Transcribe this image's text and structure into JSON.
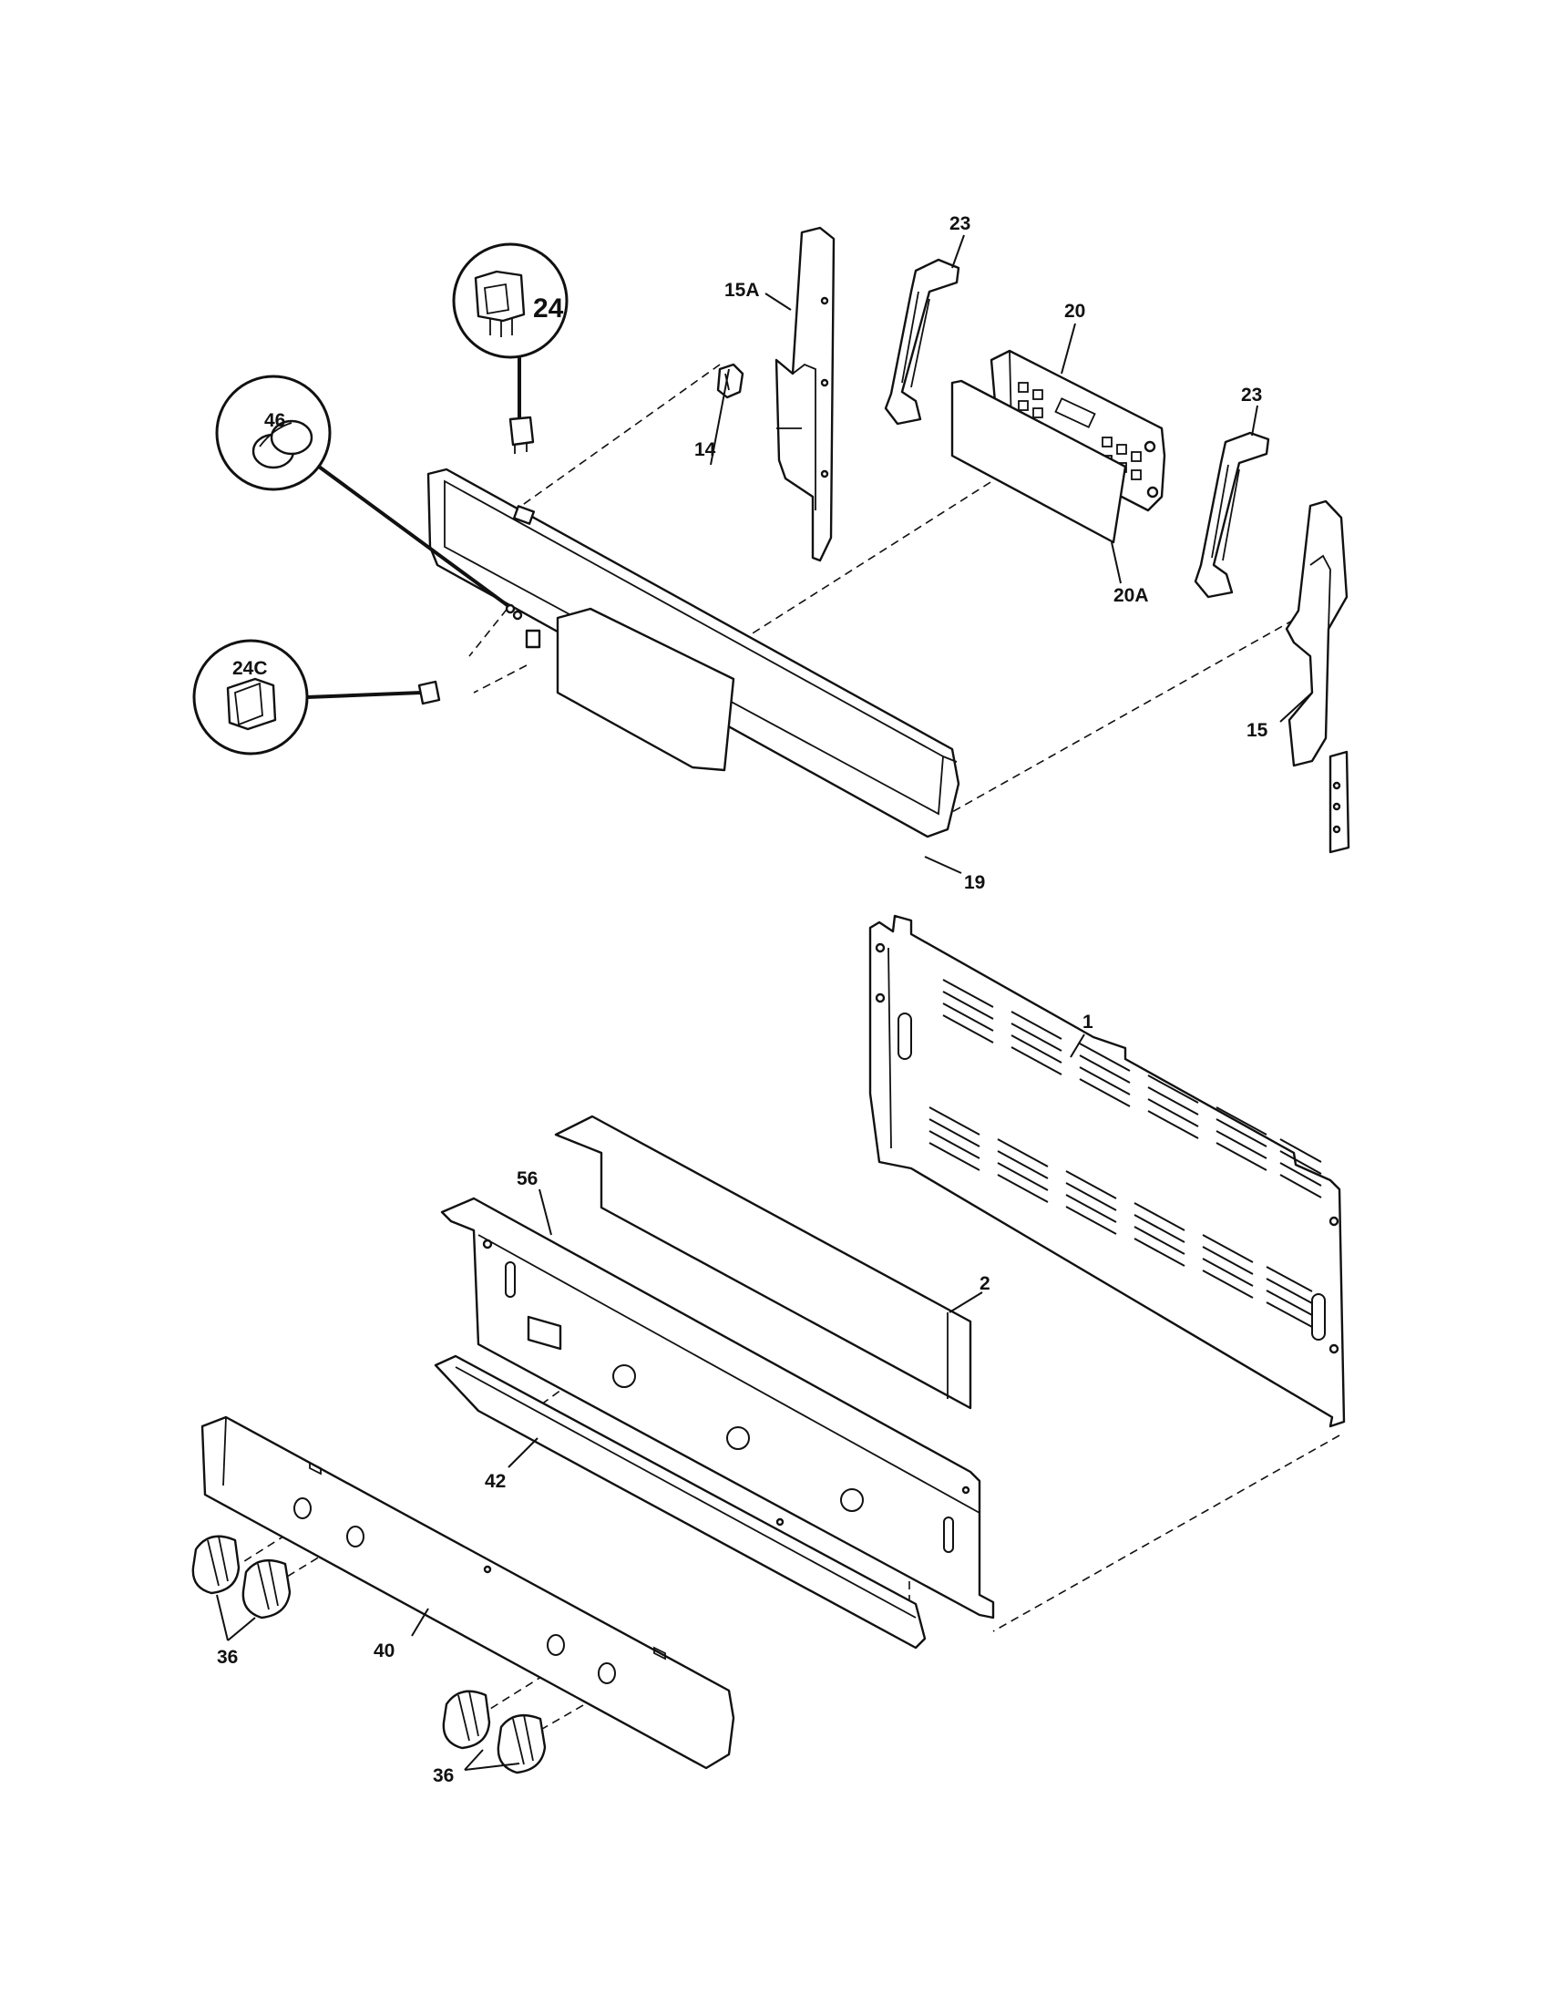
{
  "diagram": {
    "type": "exploded-parts-diagram",
    "labels": {
      "p1": "1",
      "p2": "2",
      "p14": "14",
      "p15": "15",
      "p15a": "15A",
      "p19": "19",
      "p20": "20",
      "p20a": "20A",
      "p23_left": "23",
      "p23_right": "23",
      "p24": "24",
      "p24c": "24C",
      "p36_left": "36",
      "p36_right": "36",
      "p40": "40",
      "p42": "42",
      "p46": "46",
      "p56": "56"
    }
  }
}
